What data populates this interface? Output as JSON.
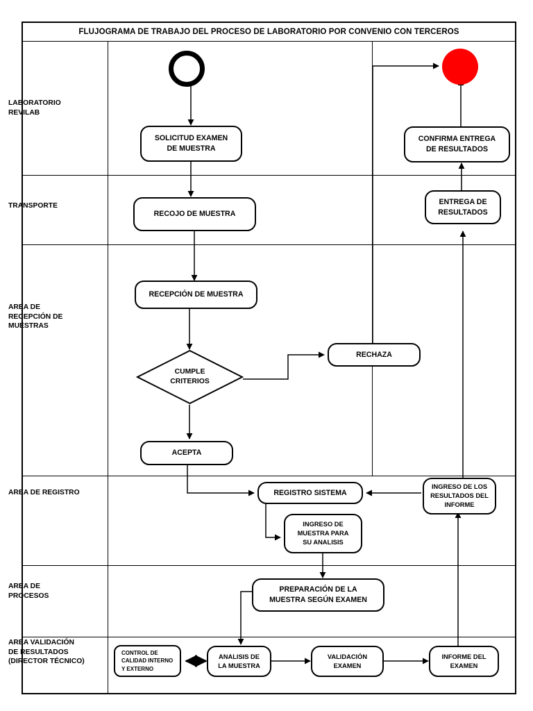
{
  "document": {
    "title": "FLUJOGRAMA DE TRABAJO DEL PROCESO DE LABORATORIO POR CONVENIO CON TERCEROS"
  },
  "lanes": [
    {
      "id": "laboratorio-revilab",
      "label": "LABORATORIO\nREVILAB"
    },
    {
      "id": "transporte",
      "label": "TRANSPORTE"
    },
    {
      "id": "area-recepcion-muestras",
      "label": "AREA DE\nRECEPCIÓN DE\nMUESTRAS"
    },
    {
      "id": "area-registro",
      "label": "AREA DE REGISTRO"
    },
    {
      "id": "area-procesos",
      "label": "AREA DE\nPROCESOS"
    },
    {
      "id": "area-validacion-resultados",
      "label": "AREA VALIDACIÓN\nDE RESULTADOS\n(DIRECTOR TÉCNICO)"
    }
  ],
  "nodes": {
    "start": {
      "name": "start-marker",
      "shape": "circle-hollow",
      "color": "#000000"
    },
    "end": {
      "name": "end-marker",
      "shape": "circle-filled",
      "color": "#FF0000"
    },
    "solicitud_examen": {
      "label": "SOLICITUD EXAMEN\nDE MUESTRA",
      "shape": "rounded-rect"
    },
    "confirma_entrega": {
      "label": "CONFIRMA ENTREGA\nDE RESULTADOS",
      "shape": "rounded-rect"
    },
    "recojo_muestra": {
      "label": "RECOJO DE MUESTRA",
      "shape": "rounded-rect"
    },
    "entrega_resultados": {
      "label": "ENTREGA DE\nRESULTADOS",
      "shape": "rounded-rect"
    },
    "recepcion_muestra": {
      "label": "RECEPCIÓN DE MUESTRA",
      "shape": "rounded-rect"
    },
    "cumple_criterios": {
      "label": "CUMPLE\nCRITERIOS",
      "shape": "diamond"
    },
    "rechaza": {
      "label": "RECHAZA",
      "shape": "rounded-rect"
    },
    "acepta": {
      "label": "ACEPTA",
      "shape": "rounded-rect"
    },
    "registro_sistema": {
      "label": "REGISTRO SISTEMA",
      "shape": "rounded-rect"
    },
    "ingreso_muestra": {
      "label": "INGRESO DE\nMUESTRA PARA\nSU ANALISIS",
      "shape": "rounded-rect"
    },
    "ingreso_resultados": {
      "label": "INGRESO DE LOS\nRESULTADOS DEL\nINFORME",
      "shape": "rounded-rect"
    },
    "preparacion_muestra": {
      "label": "PREPARACIÓN DE LA\nMUESTRA SEGÚN EXAMEN",
      "shape": "rounded-rect"
    },
    "control_calidad": {
      "label": "CONTROL DE\nCALIDAD INTERNO\nY EXTERNO",
      "shape": "rounded-rect"
    },
    "analisis_muestra": {
      "label": "ANALISIS DE\nLA MUESTRA",
      "shape": "rounded-rect"
    },
    "validacion_examen": {
      "label": "VALIDACIÓN\nEXAMEN",
      "shape": "rounded-rect"
    },
    "informe_examen": {
      "label": "INFORME DEL\nEXAMEN",
      "shape": "rounded-rect"
    }
  },
  "edges": [
    {
      "from": "start",
      "to": "solicitud_examen"
    },
    {
      "from": "solicitud_examen",
      "to": "recojo_muestra"
    },
    {
      "from": "recojo_muestra",
      "to": "recepcion_muestra"
    },
    {
      "from": "recepcion_muestra",
      "to": "cumple_criterios"
    },
    {
      "from": "cumple_criterios",
      "to": "rechaza"
    },
    {
      "from": "cumple_criterios",
      "to": "acepta"
    },
    {
      "from": "rechaza",
      "to": "end"
    },
    {
      "from": "acepta",
      "to": "registro_sistema"
    },
    {
      "from": "registro_sistema",
      "to": "ingreso_muestra"
    },
    {
      "from": "ingreso_muestra",
      "to": "preparacion_muestra"
    },
    {
      "from": "preparacion_muestra",
      "to": "analisis_muestra"
    },
    {
      "from": "control_calidad",
      "to": "analisis_muestra",
      "bidirectional": true
    },
    {
      "from": "analisis_muestra",
      "to": "validacion_examen"
    },
    {
      "from": "validacion_examen",
      "to": "informe_examen"
    },
    {
      "from": "informe_examen",
      "to": "ingreso_resultados"
    },
    {
      "from": "ingreso_resultados",
      "to": "registro_sistema"
    },
    {
      "from": "ingreso_resultados",
      "to": "entrega_resultados"
    },
    {
      "from": "entrega_resultados",
      "to": "confirma_entrega"
    },
    {
      "from": "confirma_entrega",
      "to": "end"
    }
  ],
  "colors": {
    "stroke": "#000000",
    "end_marker": "#FF0000",
    "background": "#FFFFFF"
  }
}
